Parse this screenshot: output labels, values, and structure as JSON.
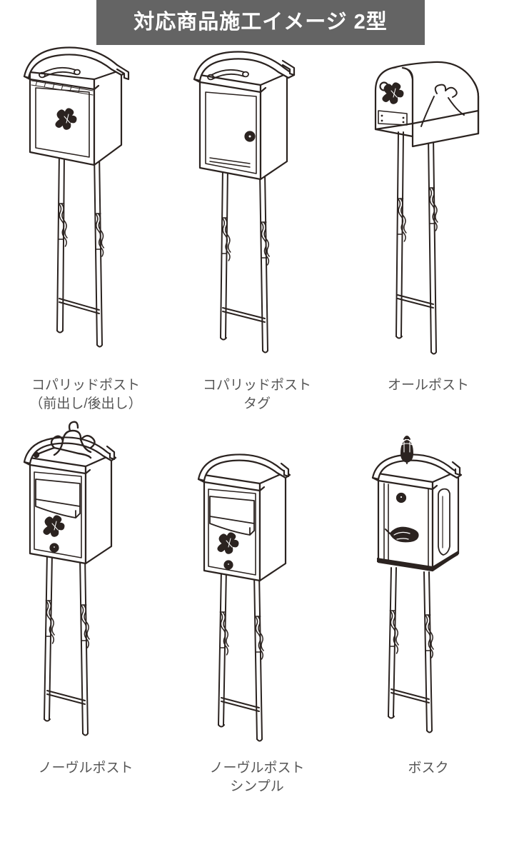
{
  "header": {
    "title": "対応商品施工イメージ 2型",
    "background_color": "#646464",
    "text_color": "#ffffff"
  },
  "style": {
    "line_color": "#2b2320",
    "caption_color": "#555555",
    "page_background": "#ffffff"
  },
  "products": [
    {
      "id": "kopalid-post",
      "caption": "コパリッドポスト\n（前出し/後出し）",
      "type": "curved-top-box",
      "features": [
        "handle",
        "flower-ornament",
        "twisted-legs",
        "cross-brace"
      ]
    },
    {
      "id": "kopalid-post-tag",
      "caption": "コパリッドポスト\nタグ",
      "type": "curved-top-box",
      "features": [
        "handle",
        "round-lock",
        "twisted-legs",
        "cross-brace"
      ]
    },
    {
      "id": "all-post",
      "caption": "オールポスト",
      "type": "tunnel-mailbox",
      "features": [
        "flower-ornament",
        "nameplate",
        "scroll-flourish",
        "twisted-legs",
        "cross-brace"
      ]
    },
    {
      "id": "noveru-post",
      "caption": "ノーヴルポスト",
      "type": "slot-box",
      "features": [
        "scroll-crown",
        "mail-slot-flap",
        "flower-ornament",
        "lock-knob",
        "twisted-legs",
        "cross-brace"
      ]
    },
    {
      "id": "noveru-post-simple",
      "caption": "ノーヴルポスト\nシンプル",
      "type": "slot-box",
      "features": [
        "mail-slot-flap",
        "flower-ornament",
        "lock-knob",
        "twisted-legs",
        "cross-brace"
      ]
    },
    {
      "id": "bosque",
      "caption": "ボスク",
      "type": "side-slot-box",
      "features": [
        "finial-ornament",
        "lock-knob",
        "leaf-ornament",
        "side-slot",
        "twisted-legs",
        "cross-brace"
      ]
    }
  ]
}
